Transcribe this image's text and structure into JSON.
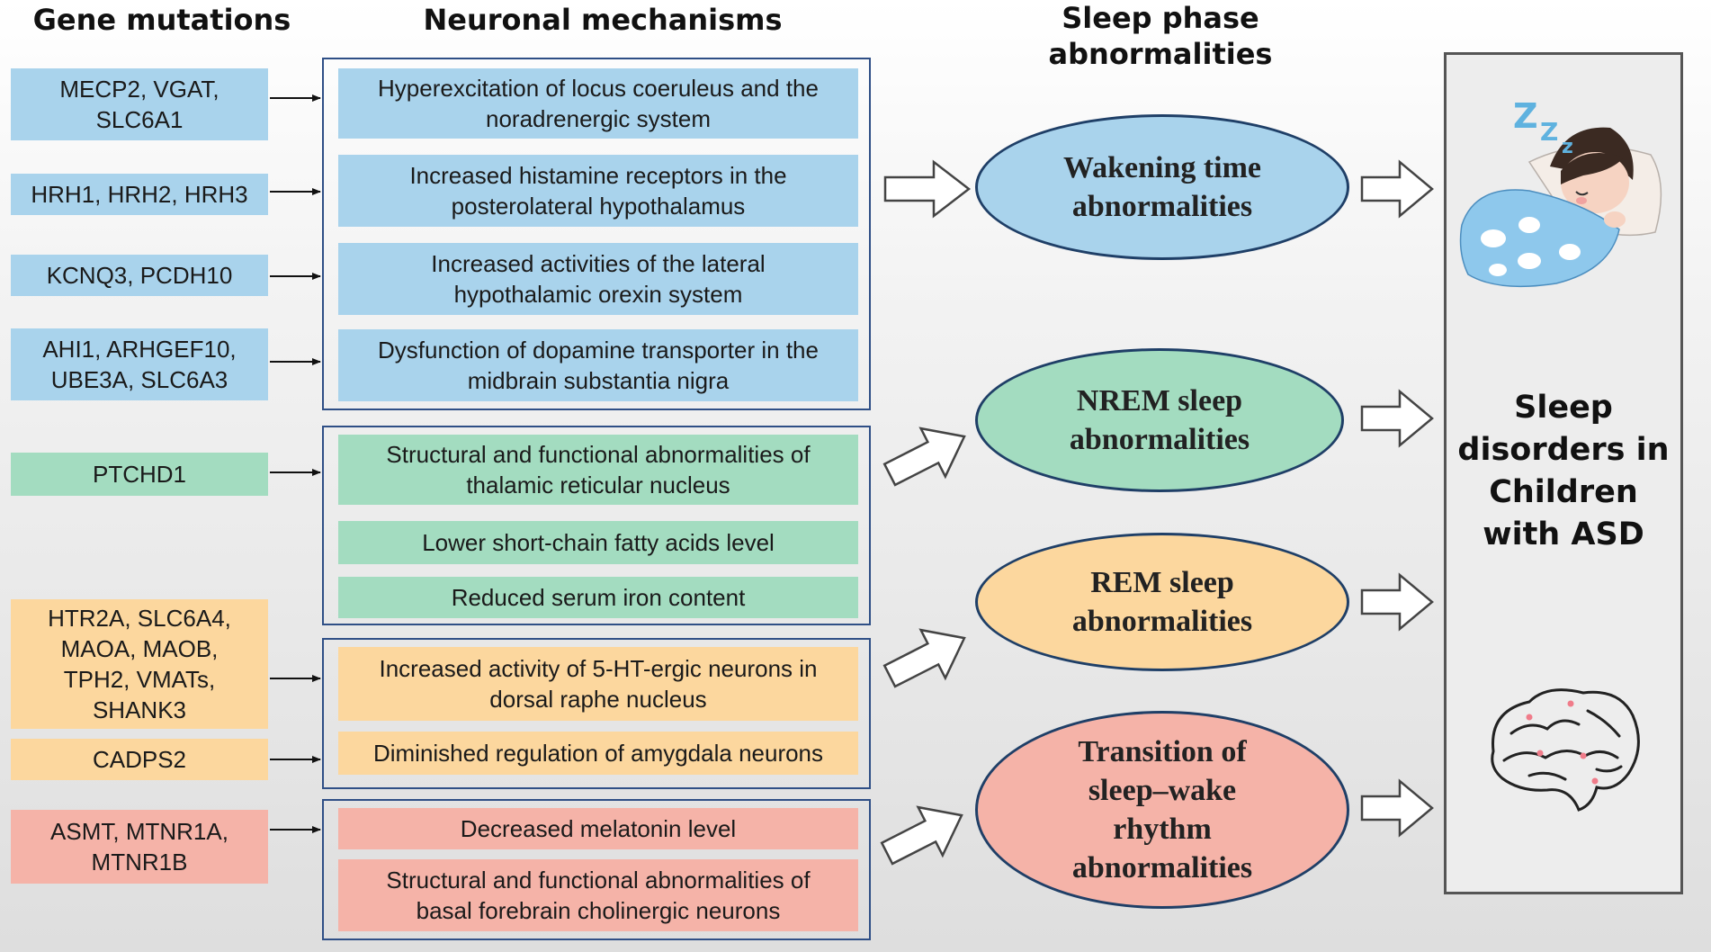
{
  "headers": {
    "genes": "Gene mutations",
    "mechanisms": "Neuronal mechanisms",
    "phases_line1": "Sleep phase",
    "phases_line2": "abnormalities"
  },
  "genes": [
    {
      "line1": "MECP2, VGAT,",
      "line2": "SLC6A1"
    },
    {
      "line1": "HRH1, HRH2, HRH3",
      "line2": ""
    },
    {
      "line1": "KCNQ3, PCDH10",
      "line2": ""
    },
    {
      "line1": "AHI1, ARHGEF10,",
      "line2": "UBE3A, SLC6A3"
    },
    {
      "line1": "PTCHD1",
      "line2": ""
    },
    {
      "line1": "HTR2A, SLC6A4,",
      "line2": "MAOA, MAOB,",
      "line3": "TPH2, VMATs,",
      "line4": "SHANK3"
    },
    {
      "line1": "CADPS2",
      "line2": ""
    },
    {
      "line1": "ASMT, MTNR1A,",
      "line2": "MTNR1B"
    }
  ],
  "mechanisms": [
    {
      "line1": "Hyperexcitation of locus coeruleus and the",
      "line2": "noradrenergic system"
    },
    {
      "line1": "Increased histamine receptors in the",
      "line2": "posterolateral hypothalamus"
    },
    {
      "line1": "Increased activities of the lateral",
      "line2": "hypothalamic orexin system"
    },
    {
      "line1": "Dysfunction of dopamine transporter  in the",
      "line2": "midbrain substantia nigra"
    },
    {
      "line1": "Structural and functional abnormalities of",
      "line2": "thalamic reticular nucleus"
    },
    {
      "line1": "Lower short-chain fatty acids level",
      "line2": ""
    },
    {
      "line1": "Reduced serum iron content",
      "line2": ""
    },
    {
      "line1": "Increased activity of 5-HT-ergic neurons in",
      "line2": "dorsal raphe nucleus"
    },
    {
      "line1": "Diminished regulation of amygdala neurons",
      "line2": ""
    },
    {
      "line1": "Decreased melatonin level",
      "line2": ""
    },
    {
      "line1": "Structural and functional abnormalities of",
      "line2": "basal forebrain cholinergic neurons"
    }
  ],
  "phases": [
    {
      "line1": "Wakening time",
      "line2": "abnormalities"
    },
    {
      "line1": "NREM sleep",
      "line2": "abnormalities"
    },
    {
      "line1": "REM sleep",
      "line2": "abnormalities"
    },
    {
      "line1": "Transition of",
      "line2": "sleep–wake",
      "line3": "rhythm",
      "line4": "abnormalities"
    }
  ],
  "outcome": {
    "line1": "Sleep",
    "line2": "disorders in",
    "line3": "Children",
    "line4": "with ASD"
  },
  "colors": {
    "blue": "#a9d3ec",
    "green": "#a3dcc0",
    "orange": "#fcd79e",
    "pink": "#f5b3a8",
    "border": "#2f4f86"
  },
  "icons": [
    "sleeping-child-illustration",
    "brain-illustration"
  ]
}
